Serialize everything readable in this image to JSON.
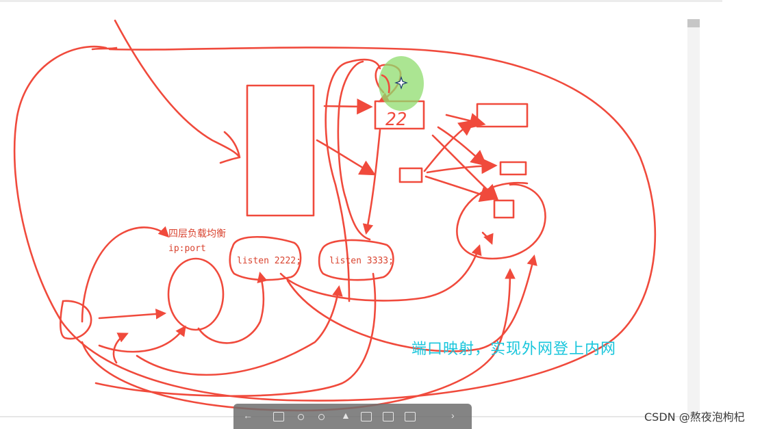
{
  "diagram": {
    "node_22_label": "22",
    "l4_label_line1": "四层负载均衡",
    "l4_label_line2": "ip:port",
    "listen_a": "listen 2222;",
    "listen_b": "listen 3333;",
    "caption": "端口映射，实现外网登上内网"
  },
  "colors": {
    "pen": "#f04a3c",
    "highlight": "#8fdc6e",
    "caption": "#19c6dc"
  },
  "icons": [
    "cursor-move-icon",
    "toolbar-arrow-left-icon",
    "toolbar-rect-icon",
    "toolbar-circle-icon",
    "toolbar-pen-icon",
    "toolbar-save-icon",
    "toolbar-copy-icon",
    "toolbar-close-icon"
  ],
  "watermark": "CSDN @熬夜泡枸杞"
}
